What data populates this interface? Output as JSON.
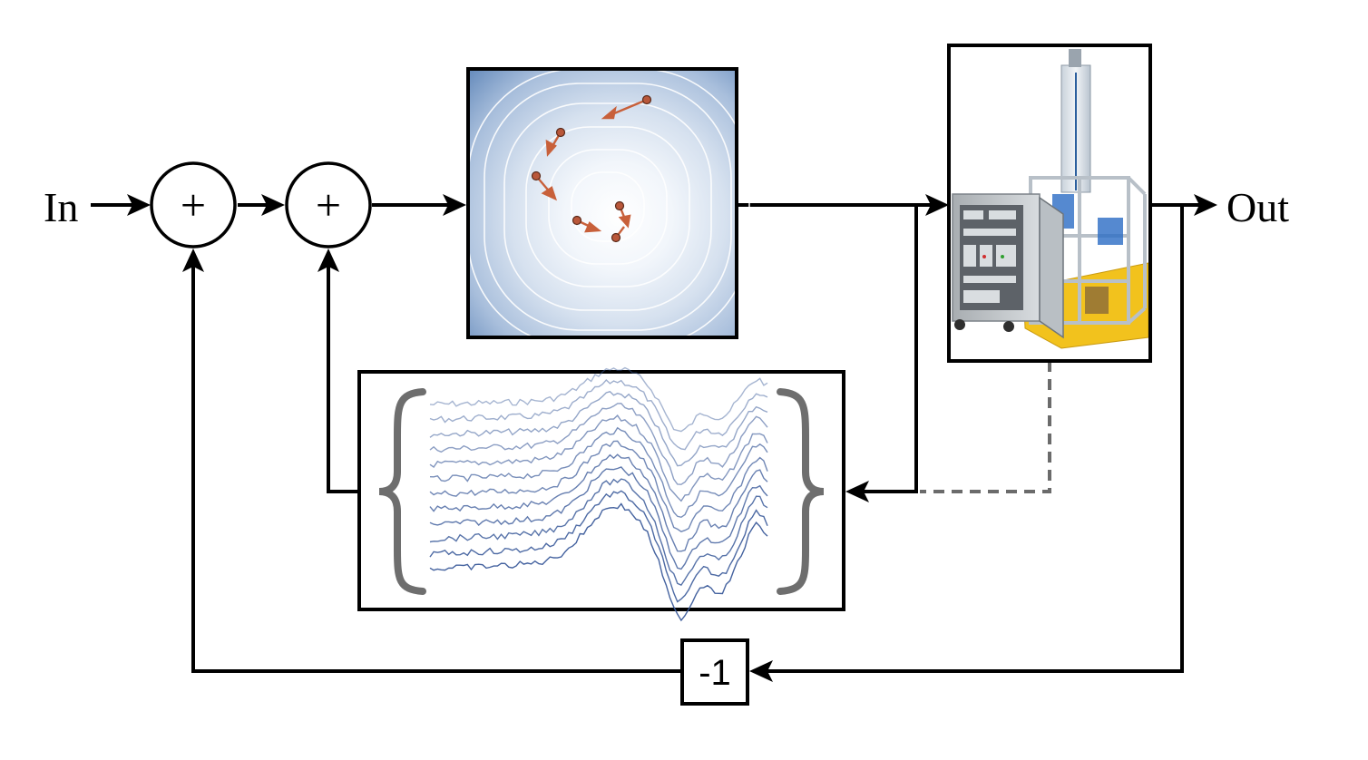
{
  "labels": {
    "input": "In",
    "output": "Out",
    "gain": "-1"
  },
  "summing_junctions": [
    {
      "symbol": "+"
    },
    {
      "symbol": "+"
    }
  ],
  "blocks": {
    "optimizer": {
      "description": "contour-plot",
      "arrow_color": "#c8603a",
      "contour_colors": [
        "#ffffff",
        "#4f79ad"
      ]
    },
    "plant": {
      "description": "plant-photo"
    },
    "trajectory_set": {
      "description": "waveform-set",
      "line_color": "#3a5a9a"
    }
  }
}
